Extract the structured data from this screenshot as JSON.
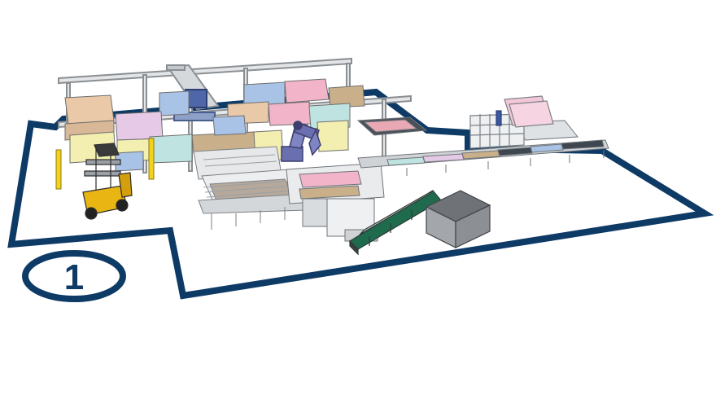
{
  "zone": {
    "number": "1",
    "outline_color": "#0e3a66"
  },
  "equipment": [
    {
      "name": "forklift",
      "color": "#e8b512"
    },
    {
      "name": "gantry-crane",
      "color": "#d9d9d9"
    },
    {
      "name": "robot-arm",
      "color": "#6a6fb0"
    },
    {
      "name": "roller-conveyor",
      "color": "#cfd3d6"
    },
    {
      "name": "inclined-belt-conveyor",
      "color": "#1f6b4e"
    },
    {
      "name": "waste-bin",
      "color": "#8c8c8c"
    },
    {
      "name": "vertical-rack",
      "color": "#c9cdd1"
    }
  ],
  "stack_colors": [
    "#e9c9a8",
    "#f2b4c8",
    "#a9c3e6",
    "#f3efb0",
    "#bfe3e0",
    "#e6c9e6",
    "#c9b08b"
  ],
  "safety_post_color": "#f2d21a"
}
